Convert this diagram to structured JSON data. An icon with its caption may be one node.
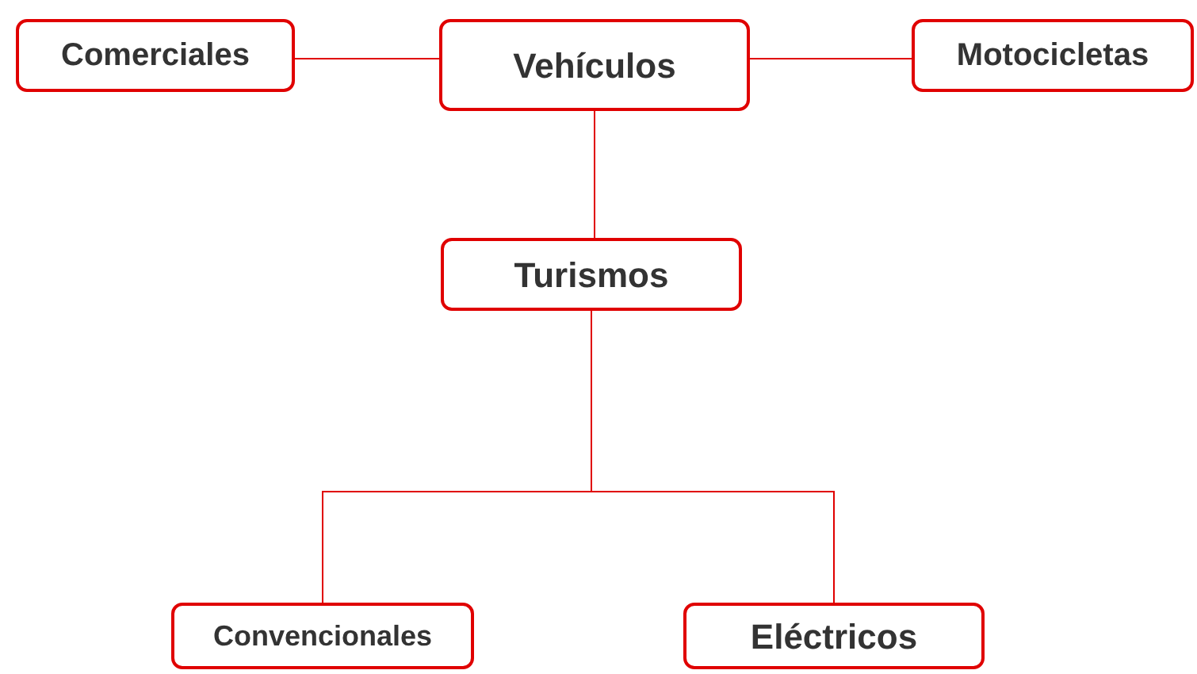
{
  "diagram": {
    "nodes": [
      {
        "text": [
          "Comerciales"
        ]
      },
      {
        "text": [
          "Vehículos"
        ]
      },
      {
        "text": [
          "Motocicletas"
        ]
      },
      {
        "text": [
          "Turismos"
        ]
      },
      {
        "text": [
          "Convencionales"
        ]
      },
      {
        "text": [
          "Eléctricos"
        ]
      }
    ],
    "edges": [
      {
        "from": 1,
        "to": 0,
        "arrow": "none"
      },
      {
        "from": 1,
        "to": 2,
        "arrow": "none"
      },
      {
        "from": 1,
        "to": 3,
        "arrow": "none"
      },
      {
        "from": 3,
        "to": 4,
        "arrow": "none"
      },
      {
        "from": 3,
        "to": 5,
        "arrow": "none"
      }
    ]
  }
}
